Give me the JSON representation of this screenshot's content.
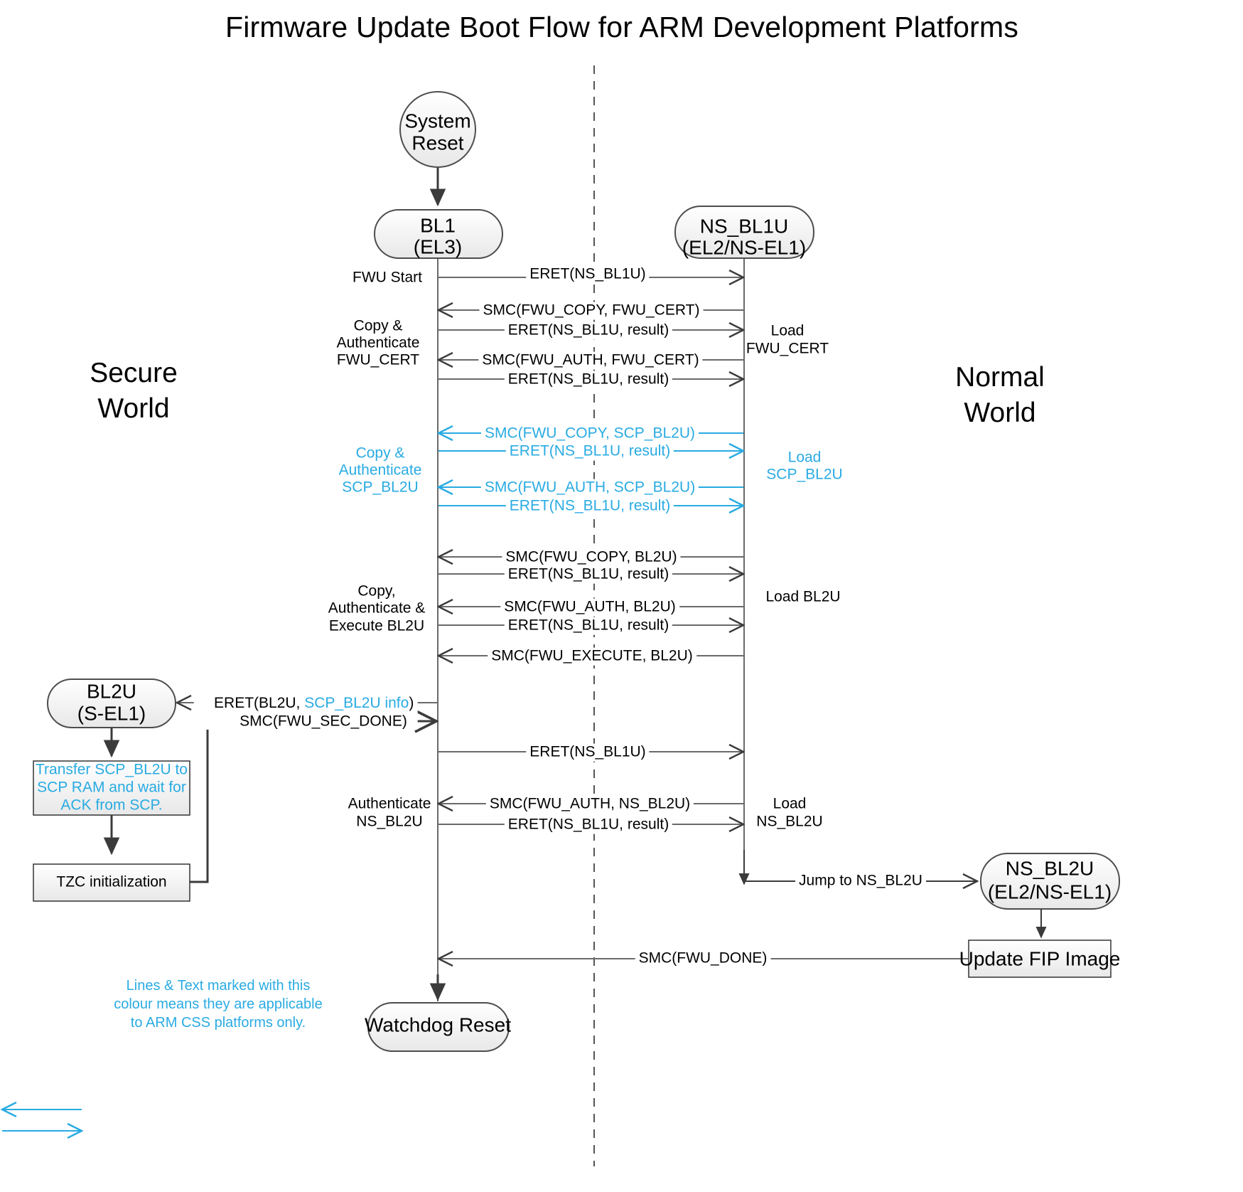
{
  "title": "Firmware Update Boot Flow for ARM Development Platforms",
  "colors": {
    "cyan": "#29abe2",
    "line": "#3b3b3b",
    "node_fill_top": "#ffffff",
    "node_fill_bottom": "#ececec",
    "node_stroke": "#4d4d4d"
  },
  "worlds": {
    "secure_line1": "Secure",
    "secure_line2": "World",
    "normal_line1": "Normal",
    "normal_line2": "World"
  },
  "nodes": {
    "system_reset_l1": "System",
    "system_reset_l2": "Reset",
    "bl1_l1": "BL1",
    "bl1_l2": "(EL3)",
    "nsbl1u_l1": "NS_BL1U",
    "nsbl1u_l2": "(EL2/NS-EL1)",
    "bl2u_l1": "BL2U",
    "bl2u_l2": "(S-EL1)",
    "nsbl2u_l1": "NS_BL2U",
    "nsbl2u_l2": "(EL2/NS-EL1)",
    "watchdog_reset": "Watchdog Reset"
  },
  "boxes": {
    "transfer_l1": "Transfer SCP_BL2U to",
    "transfer_l2": "SCP RAM and wait for",
    "transfer_l3": "ACK from SCP.",
    "tzc_init": "TZC initialization",
    "update_fip": "Update FIP Image"
  },
  "left_labels": {
    "fwu_start": "FWU Start",
    "copy_auth_cert_l1": "Copy &",
    "copy_auth_cert_l2": "Authenticate",
    "copy_auth_cert_l3": "FWU_CERT",
    "copy_auth_scp_l1": "Copy &",
    "copy_auth_scp_l2": "Authenticate",
    "copy_auth_scp_l3": "SCP_BL2U",
    "copy_auth_exec_l1": "Copy,",
    "copy_auth_exec_l2": "Authenticate &",
    "copy_auth_exec_l3": "Execute BL2U",
    "auth_nsbl2u_l1": "Authenticate",
    "auth_nsbl2u_l2": "NS_BL2U"
  },
  "right_labels": {
    "load_fwu_cert_l1": "Load",
    "load_fwu_cert_l2": "FWU_CERT",
    "load_scp_bl2u_l1": "Load",
    "load_scp_bl2u_l2": "SCP_BL2U",
    "load_bl2u": "Load BL2U",
    "load_nsbl2u_l1": "Load",
    "load_nsbl2u_l2": "NS_BL2U"
  },
  "messages": {
    "m1": "ERET(NS_BL1U)",
    "m2": "SMC(FWU_COPY, FWU_CERT)",
    "m3": "ERET(NS_BL1U, result)",
    "m4": "SMC(FWU_AUTH, FWU_CERT)",
    "m5": "ERET(NS_BL1U, result)",
    "m6": "SMC(FWU_COPY, SCP_BL2U)",
    "m7": "ERET(NS_BL1U, result)",
    "m8": "SMC(FWU_AUTH, SCP_BL2U)",
    "m9": "ERET(NS_BL1U, result)",
    "m10": "SMC(FWU_COPY, BL2U)",
    "m11": "ERET(NS_BL1U, result)",
    "m12": "SMC(FWU_AUTH, BL2U)",
    "m13": "ERET(NS_BL1U, result)",
    "m14": "SMC(FWU_EXECUTE, BL2U)",
    "m15_a": "ERET(BL2U, ",
    "m15_b": "SCP_BL2U info",
    "m15_c": ")",
    "m16": "SMC(FWU_SEC_DONE)",
    "m17": "ERET(NS_BL1U)",
    "m18": "SMC(FWU_AUTH, NS_BL2U)",
    "m19": "ERET(NS_BL1U, result)",
    "m20": "Jump to NS_BL2U",
    "m21": "SMC(FWU_DONE)"
  },
  "legend": {
    "l1": "Lines & Text marked with this",
    "l2": "colour means they are applicable",
    "l3": "to ARM CSS platforms only."
  }
}
